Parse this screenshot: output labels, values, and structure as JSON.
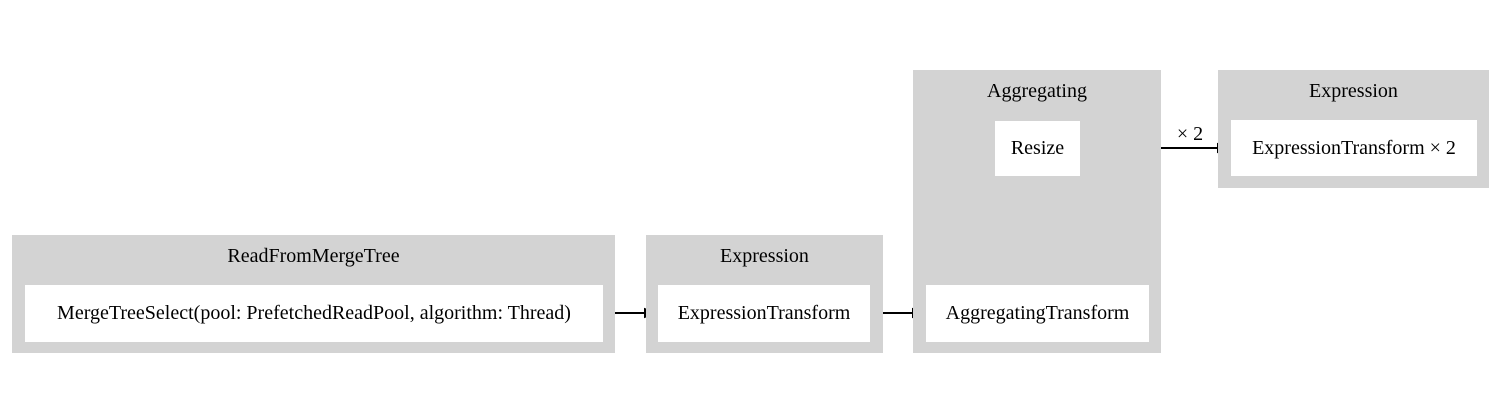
{
  "diagram": {
    "clusters": [
      {
        "label": "ReadFromMergeTree",
        "nodes": [
          {
            "label": "MergeTreeSelect(pool: PrefetchedReadPool, algorithm: Thread)"
          }
        ]
      },
      {
        "label": "Expression",
        "nodes": [
          {
            "label": "ExpressionTransform"
          }
        ]
      },
      {
        "label": "Aggregating",
        "nodes": [
          {
            "label": "Resize"
          },
          {
            "label": "AggregatingTransform"
          }
        ]
      },
      {
        "label": "Expression",
        "nodes": [
          {
            "label": "ExpressionTransform × 2"
          }
        ]
      }
    ],
    "edges": [
      {
        "from": "MergeTreeSelect(pool: PrefetchedReadPool, algorithm: Thread)",
        "to": "ExpressionTransform",
        "label": ""
      },
      {
        "from": "ExpressionTransform",
        "to": "AggregatingTransform",
        "label": ""
      },
      {
        "from": "AggregatingTransform",
        "to": "Resize",
        "label": ""
      },
      {
        "from": "Resize",
        "to": "ExpressionTransform × 2",
        "label": "× 2"
      }
    ],
    "colors": {
      "cluster_fill": "#d3d3d3",
      "node_fill": "#ffffff",
      "edge": "#000000",
      "text": "#000000",
      "background": "#ffffff"
    }
  }
}
